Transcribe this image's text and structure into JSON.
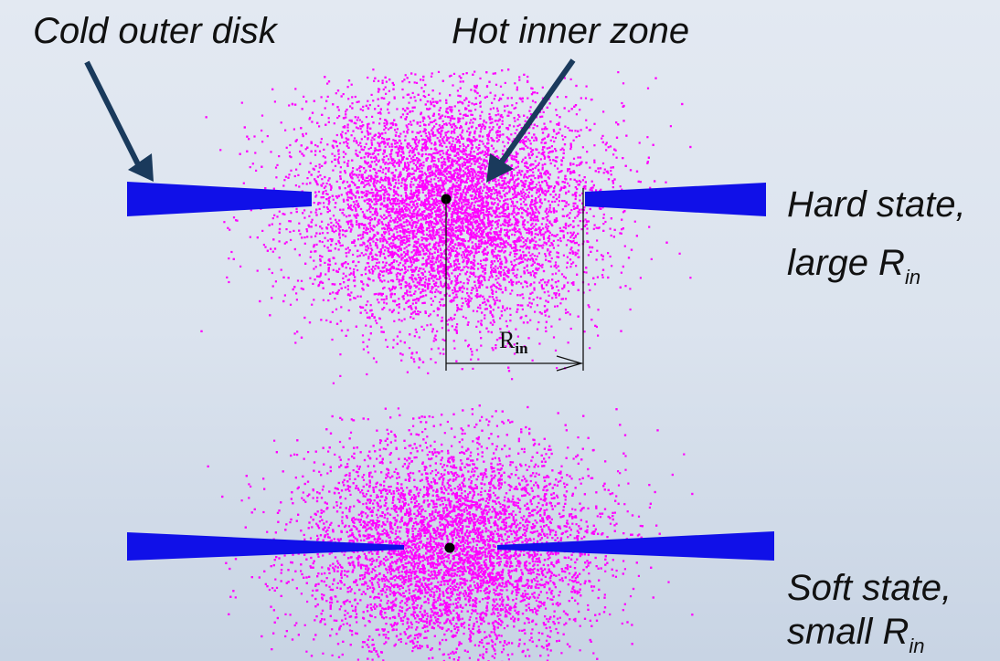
{
  "labels": {
    "cold_disk": "Cold outer disk",
    "hot_zone": "Hot inner zone",
    "hard_state_line1": "Hard state,",
    "hard_state_line2": "large R",
    "hard_state_sub": "in",
    "soft_state_line1": "Soft state,",
    "soft_state_line2": "small R",
    "soft_state_sub": "in",
    "rin_main": "R",
    "rin_sub": "in"
  },
  "colors": {
    "disk": "#1010e8",
    "corona": "#ff00ff",
    "arrow": "#1a3a5c",
    "black_hole": "#000000"
  }
}
